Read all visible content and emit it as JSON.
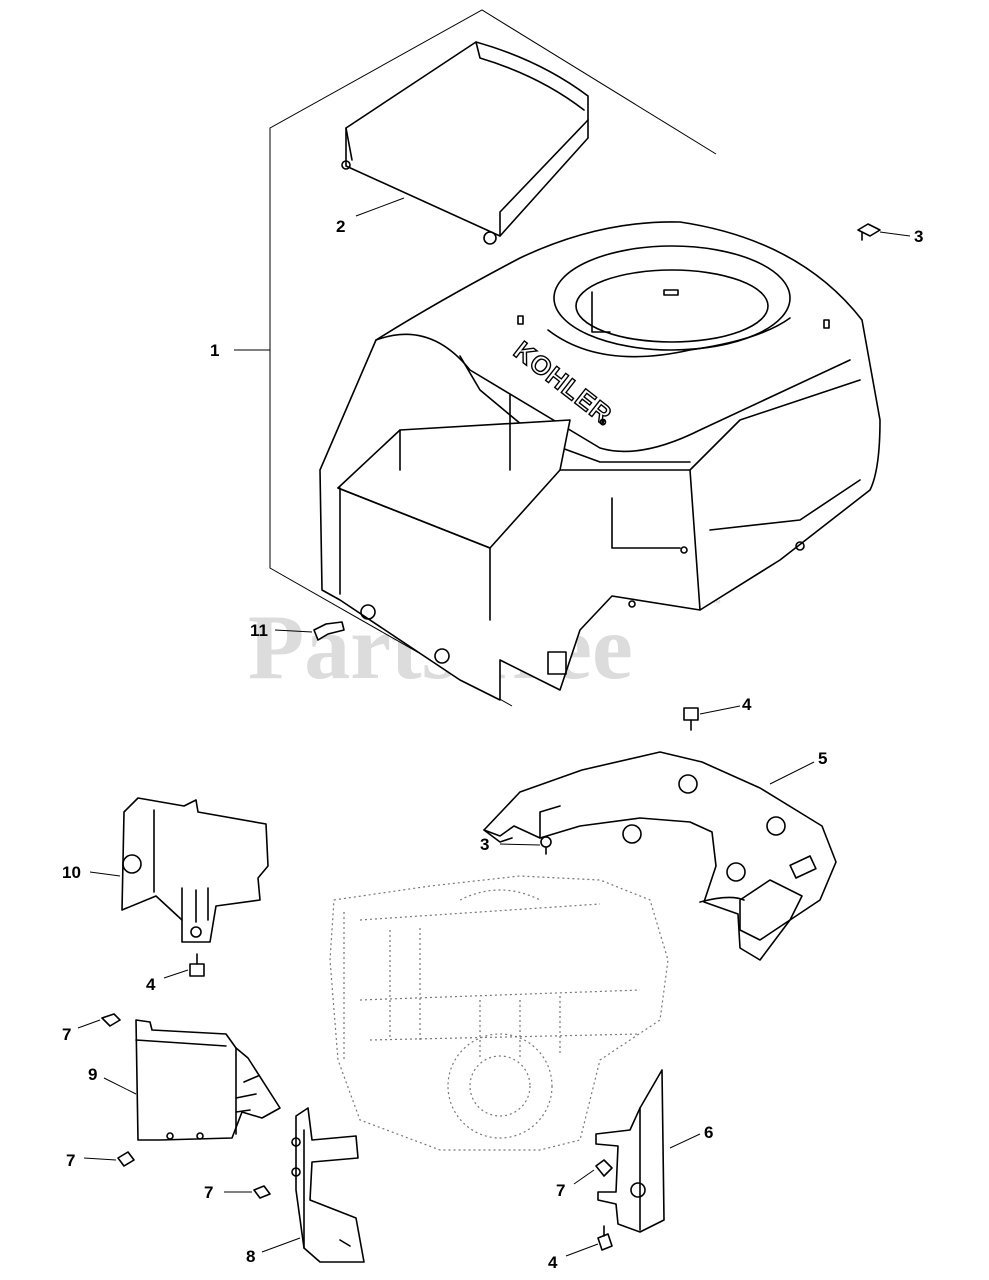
{
  "watermark": {
    "text": "PartsTree",
    "mark": "™"
  },
  "brand_text": "KOHLER",
  "callouts": [
    {
      "id": "c1",
      "label": "1"
    },
    {
      "id": "c2",
      "label": "2"
    },
    {
      "id": "c3a",
      "label": "3"
    },
    {
      "id": "c3b",
      "label": "3"
    },
    {
      "id": "c4a",
      "label": "4"
    },
    {
      "id": "c4b",
      "label": "4"
    },
    {
      "id": "c4c",
      "label": "4"
    },
    {
      "id": "c5",
      "label": "5"
    },
    {
      "id": "c6",
      "label": "6"
    },
    {
      "id": "c7a",
      "label": "7"
    },
    {
      "id": "c7b",
      "label": "7"
    },
    {
      "id": "c7c",
      "label": "7"
    },
    {
      "id": "c7d",
      "label": "7"
    },
    {
      "id": "c8",
      "label": "8"
    },
    {
      "id": "c9",
      "label": "9"
    },
    {
      "id": "c10",
      "label": "10"
    },
    {
      "id": "c11",
      "label": "11"
    }
  ]
}
